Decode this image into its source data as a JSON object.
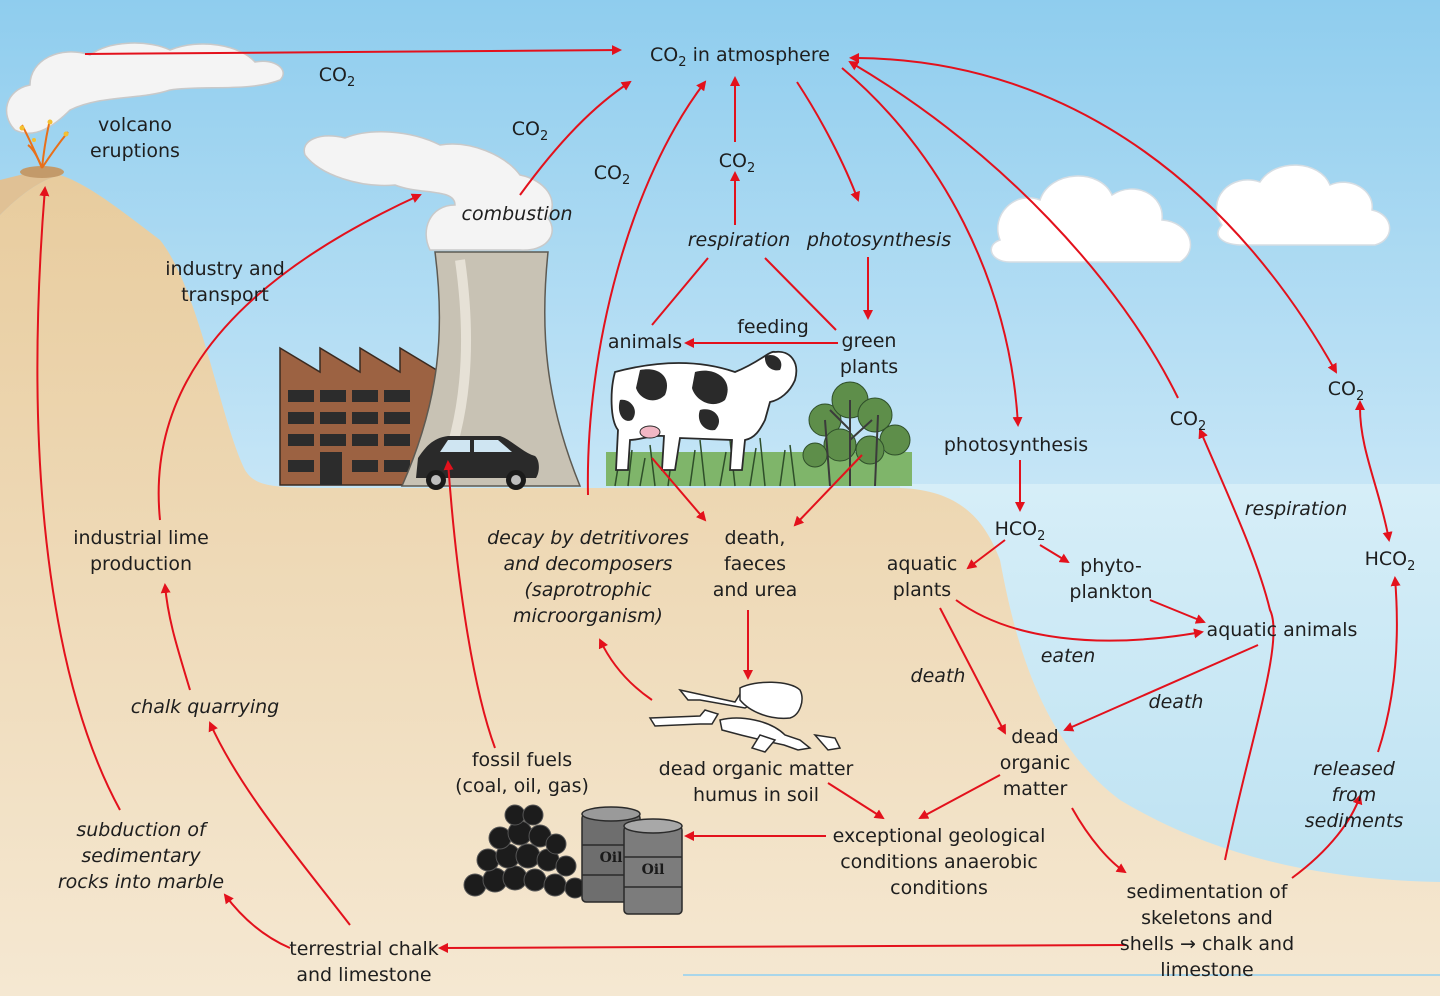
{
  "co2_formula": {
    "base": "CO",
    "sub": "2",
    "suffix": " in atmosphere"
  },
  "hco2_formula": {
    "base": "HCO",
    "sub": "2"
  },
  "labels": {
    "volcano": "volcano\neruptions",
    "combustion": "combustion",
    "industry_transport": "industry and\ntransport",
    "respiration_top": "respiration",
    "photosynthesis_top": "photosynthesis",
    "animals": "animals",
    "feeding": "feeding",
    "green_plants": "green\nplants",
    "photosynthesis_sea": "photosynthesis",
    "respiration_sea": "respiration",
    "industrial_lime": "industrial lime\nproduction",
    "decay": "decay by detritivores\nand decomposers\n(saprotrophic\nmicroorganism)",
    "death_faeces": "death,\nfaeces\nand urea",
    "aquatic_plants": "aquatic\nplants",
    "phytoplankton": "phyto-\nplankton",
    "aquatic_animals": "aquatic animals",
    "eaten": "eaten",
    "death_left": "death",
    "death_right": "death",
    "chalk_quarrying": "chalk quarrying",
    "fossil_fuels": "fossil fuels\n(coal, oil, gas)",
    "dead_organic_matter_soil": "dead organic matter\nhumus in soil",
    "dead_organic_matter": "dead\norganic\nmatter",
    "released_from_sediments": "released from\nsediments",
    "subduction": "subduction of\nsedimentary\nrocks into marble",
    "exceptional_conditions": "exceptional geological\nconditions anaerobic\nconditions",
    "sedimentation": "sedimentation of\nskeletons and\nshells → chalk and\nlimestone",
    "terrestrial_chalk": "terrestrial chalk\nand limestone",
    "oil_barrel": "Oil"
  },
  "colors": {
    "arrow": "#e3111c",
    "sky_top": "#8fcdee",
    "sky_bottom": "#ffffff",
    "land": "#ecd3aa",
    "sea": "#c4e6f4",
    "factory": "#9c6242",
    "cooling_tower": "#c8c2b4"
  },
  "icons": [
    "volcano-icon",
    "factory-icon",
    "cooling-tower-icon",
    "car-icon",
    "cow-icon",
    "plants-icon",
    "coal-pile-icon",
    "oil-barrel-icon",
    "bones-icon",
    "cloud-icon"
  ]
}
